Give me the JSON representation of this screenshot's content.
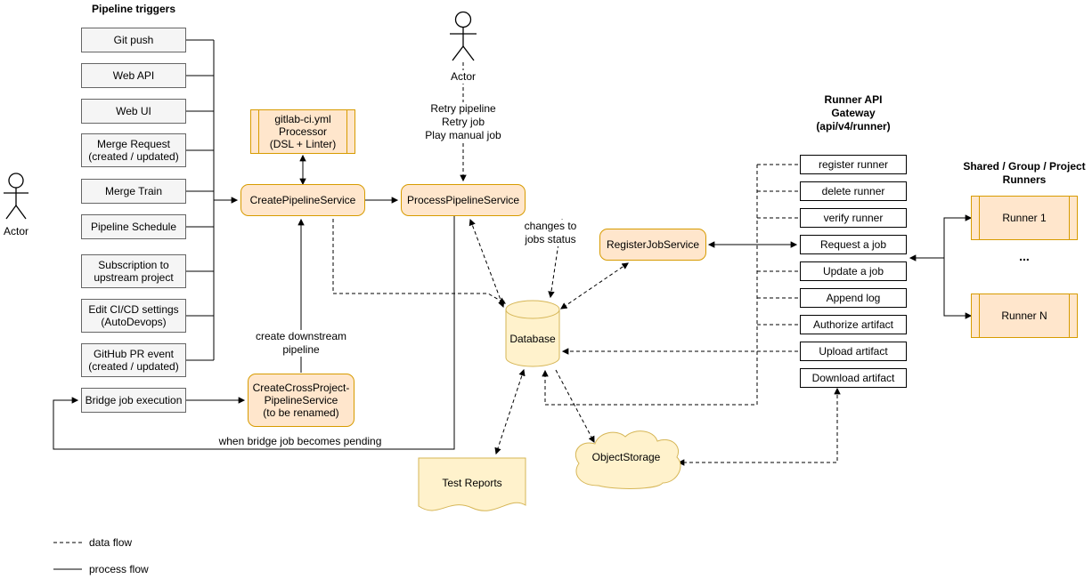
{
  "triggers": {
    "title": "Pipeline triggers",
    "items": [
      {
        "label": "Git push"
      },
      {
        "label": "Web API"
      },
      {
        "label": "Web UI"
      },
      {
        "label": "Merge Request\n(created / updated)"
      },
      {
        "label": "Merge Train"
      },
      {
        "label": "Pipeline Schedule"
      },
      {
        "label": "Subscription to\nupstream project"
      },
      {
        "label": "Edit CI/CD settings\n(AutoDevops)"
      },
      {
        "label": "GitHub PR event\n(created / updated)"
      }
    ],
    "bridge_job": "Bridge job execution"
  },
  "actors": {
    "left": "Actor",
    "top": "Actor",
    "top_actions": "Retry pipeline\nRetry job\nPlay manual job"
  },
  "services": {
    "yml_processor": "gitlab-ci.yml\nProcessor\n(DSL + Linter)",
    "create_pipeline": "CreatePipelineService",
    "process_pipeline": "ProcessPipelineService",
    "register_job": "RegisterJobService",
    "create_cross_project": "CreateCrossProject-\nPipelineService\n(to be renamed)"
  },
  "storage": {
    "database": "Database",
    "object_storage": "ObjectStorage",
    "test_reports": "Test Reports"
  },
  "gateway": {
    "title": "Runner API\nGateway\n(api/v4/runner)",
    "endpoints": [
      {
        "label": "register runner"
      },
      {
        "label": "delete runner"
      },
      {
        "label": "verify runner"
      },
      {
        "label": "Request a job"
      },
      {
        "label": "Update a job"
      },
      {
        "label": "Append log"
      },
      {
        "label": "Authorize artifact"
      },
      {
        "label": "Upload artifact"
      },
      {
        "label": "Download artifact"
      }
    ]
  },
  "runners": {
    "title": "Shared / Group / Project\nRunners",
    "runner_1": "Runner 1",
    "ellipsis": "...",
    "runner_n": "Runner N"
  },
  "edge_labels": {
    "changes_to_jobs_status": "changes to\njobs status",
    "create_downstream_pipeline": "create downstream\npipeline",
    "when_bridge_pending": "when bridge job becomes pending"
  },
  "legend": {
    "data_flow": "data flow",
    "process_flow": "process flow"
  },
  "colors": {
    "service_fill": "#ffe6cc",
    "service_border": "#d79b00",
    "storage_fill": "#fff2cc",
    "storage_border": "#d6b656",
    "trigger_fill": "#f5f5f5",
    "trigger_border": "#666666",
    "line": "#000000"
  }
}
